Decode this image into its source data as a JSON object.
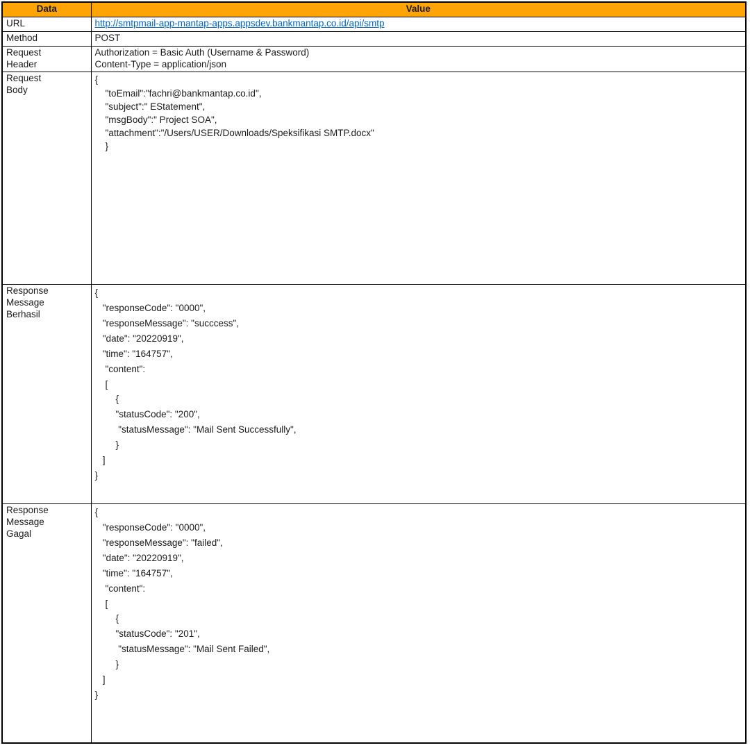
{
  "colors": {
    "header_bg": "#FFA407",
    "link_blue": "#0563C1",
    "border": "#000000"
  },
  "table": {
    "header": {
      "data": "Data",
      "value": "Value"
    },
    "rows": [
      {
        "label": "URL",
        "value": "http://smtpmail-app-mantap-apps.appsdev.bankmantap.co.id/api/smtp"
      },
      {
        "label": "Method",
        "value": "POST"
      },
      {
        "label": "Request\nHeader",
        "value": "Authorization = Basic Auth (Username & Password)\nContent-Type = application/json"
      },
      {
        "label": "Request\nBody",
        "value": "{\n    \"toEmail\":\"fachri@bankmantap.co.id\",\n    \"subject\":\" EStatement\",\n    \"msgBody\":\" Project SOA\",\n    \"attachment\":\"/Users/USER/Downloads/Speksifikasi SMTP.docx\"\n    }"
      },
      {
        "label": "Response\nMessage\nBerhasil",
        "value": "{\n   \"responseCode\": \"0000\",\n   \"responseMessage\": \"succcess\",\n   \"date\": \"20220919\",\n   \"time\": \"164757\",\n    \"content\":\n    [\n        {\n        \"statusCode\": \"200\",\n         \"statusMessage\": \"Mail Sent Successfully\",\n        }\n   ]\n}"
      },
      {
        "label": "Response\nMessage\nGagal",
        "value": "{\n   \"responseCode\": \"0000\",\n   \"responseMessage\": \"failed\",\n   \"date\": \"20220919\",\n   \"time\": \"164757\",\n    \"content\":\n    [\n        {\n        \"statusCode\": \"201\",\n         \"statusMessage\": \"Mail Sent Failed\",\n        }\n   ]\n}"
      }
    ]
  }
}
